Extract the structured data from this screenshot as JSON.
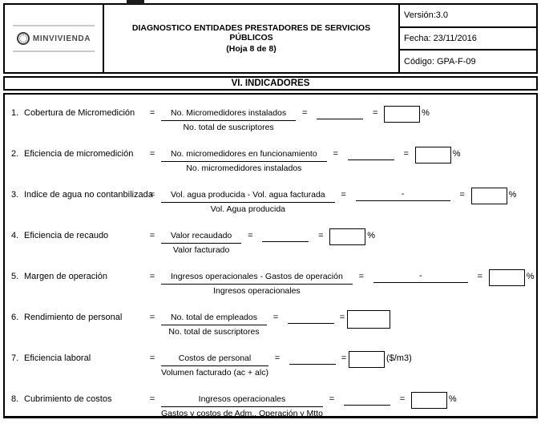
{
  "header": {
    "logo_text": "MINVIVIENDA",
    "title_line1": "DIAGNOSTICO ENTIDADES PRESTADORES DE SERVICIOS PÚBLICOS",
    "title_line2": "(Hoja 8 de 8)",
    "version": "Versión:3.0",
    "date": "Fecha:  23/11/2016",
    "code": "Código: GPA-F-09"
  },
  "section_title": "VI. INDICADORES",
  "symbols": {
    "equals": "=",
    "minus": "-"
  },
  "indicators": [
    {
      "num": "1.",
      "label": "Cobertura de Micromedición",
      "numerator": "No. Micromedidores instalados",
      "denominator": "No. total de suscriptores",
      "unit": "%"
    },
    {
      "num": "2.",
      "label": "Eficiencia de micromedición",
      "numerator": "No. micromedidores en funcionamiento",
      "denominator": "No. micromedidores instalados",
      "unit": "%"
    },
    {
      "num": "3.",
      "label": "Indice de agua no contanbilizada",
      "numerator": "Vol. agua producida - Vol. agua facturada",
      "denominator": "Vol. Agua producida",
      "unit": "%",
      "minus": "-"
    },
    {
      "num": "4.",
      "label": "Eficiencia de recaudo",
      "numerator": "Valor recaudado",
      "denominator": "Valor facturado",
      "unit": "%"
    },
    {
      "num": "5.",
      "label": "Margen de operación",
      "numerator": "Ingresos operacionales - Gastos de operación",
      "denominator": "Ingresos operacionales",
      "unit": "%",
      "minus": "-"
    },
    {
      "num": "6.",
      "label": "Rendimiento de personal",
      "numerator": "No. total de empleados",
      "denominator": "No. total de suscriptores",
      "unit": ""
    },
    {
      "num": "7.",
      "label": "Eficiencia laboral",
      "numerator": "Costos de personal",
      "denominator": "Volumen facturado (ac + alc)",
      "unit": "($/m3)"
    },
    {
      "num": "8.",
      "label": "Cubrimiento de costos",
      "numerator": "Ingresos operacionales",
      "denominator": "Gastos y costos de Adm., Operación y Mtto",
      "unit": "%"
    }
  ]
}
